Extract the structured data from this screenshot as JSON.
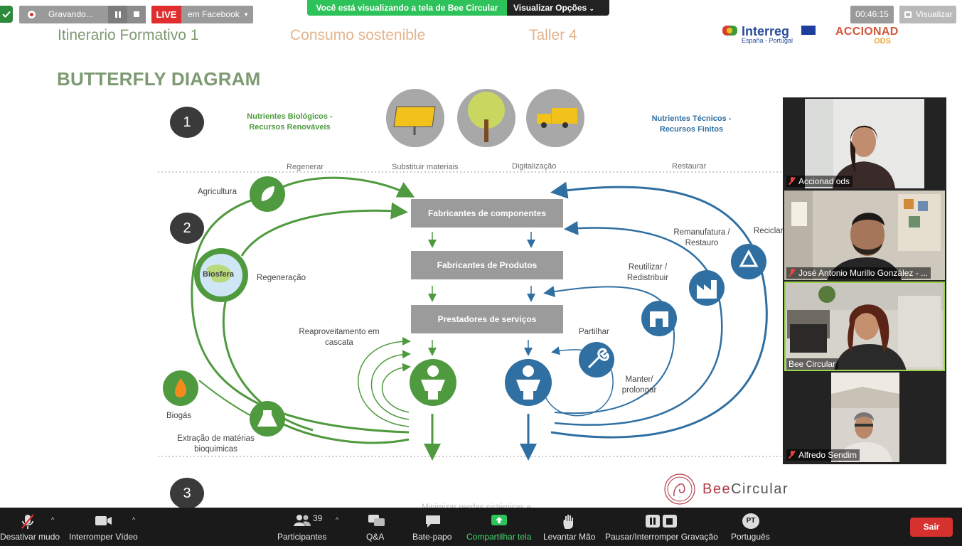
{
  "topbar": {
    "recording_label": "Gravando...",
    "live_label": "LIVE",
    "live_target": "em Facebook",
    "share_banner": "Você está visualizando a tela de Bee Circular",
    "view_options": "Visualizar Opções",
    "elapsed": "00:46:15",
    "view_label": "Visualizar"
  },
  "slide": {
    "header_left": "Itinerario Formativo 1",
    "header_mid": "Consumo sostenible",
    "header_right": "Taller 4",
    "title": "BUTTERFLY DIAGRAM",
    "logo_interreg": "Interreg",
    "logo_interreg_sub": "España - Portugal",
    "logo_accionad": "ACCIONAD",
    "logo_accionad_sub": "ODS",
    "bee_logo_prefix": "Bee",
    "bee_logo_suffix": "Circular"
  },
  "diagram": {
    "steps": [
      "1",
      "2",
      "3"
    ],
    "bio_heading": "Nutrientes Biológicos - Recursos Renováveis",
    "tech_heading": "Nutrientes Técnicos - Recursos Finitos",
    "top_labels": [
      "Regenerar",
      "Substituir materiais",
      "Digitalização",
      "Restaurar"
    ],
    "boxes": [
      "Fabricantes de componentes",
      "Fabricantes de Produtos",
      "Prestadores de serviços"
    ],
    "left_labels": {
      "agricultura": "Agricultura",
      "biosfera": "Biosfera",
      "regeneracao": "Regeneração",
      "cascata": "Reaproveitamento em cascata",
      "biogas": "Biogás",
      "extracao": "Extração de matérias bioquimicas"
    },
    "right_labels": {
      "reciclar": "Reciclar",
      "remanufatura": "Remanufatura / Restauro",
      "reutilizar": "Reutilizar / Redistribuir",
      "partilhar": "Partilhar",
      "manter": "Manter/ prolongar"
    },
    "bottom_partial": "Minimizar perdas sistémicas e"
  },
  "participants": [
    {
      "name": "Accionad ods",
      "muted": true
    },
    {
      "name": "José Antonio Murillo González - ...",
      "muted": true
    },
    {
      "name": "Bee Circular",
      "muted": false
    },
    {
      "name": "Alfredo Sendim",
      "muted": true
    }
  ],
  "toolbar": {
    "mute": "Desativar mudo",
    "video": "Interromper Vídeo",
    "participants": "Participantes",
    "participant_count": "39",
    "qa": "Q&A",
    "chat": "Bate-papo",
    "share": "Compartilhar tela",
    "raise_hand": "Levantar Mão",
    "pause_rec": "Pausar/Interromper Gravação",
    "language": "Português",
    "language_badge": "PT",
    "leave": "Sair"
  }
}
